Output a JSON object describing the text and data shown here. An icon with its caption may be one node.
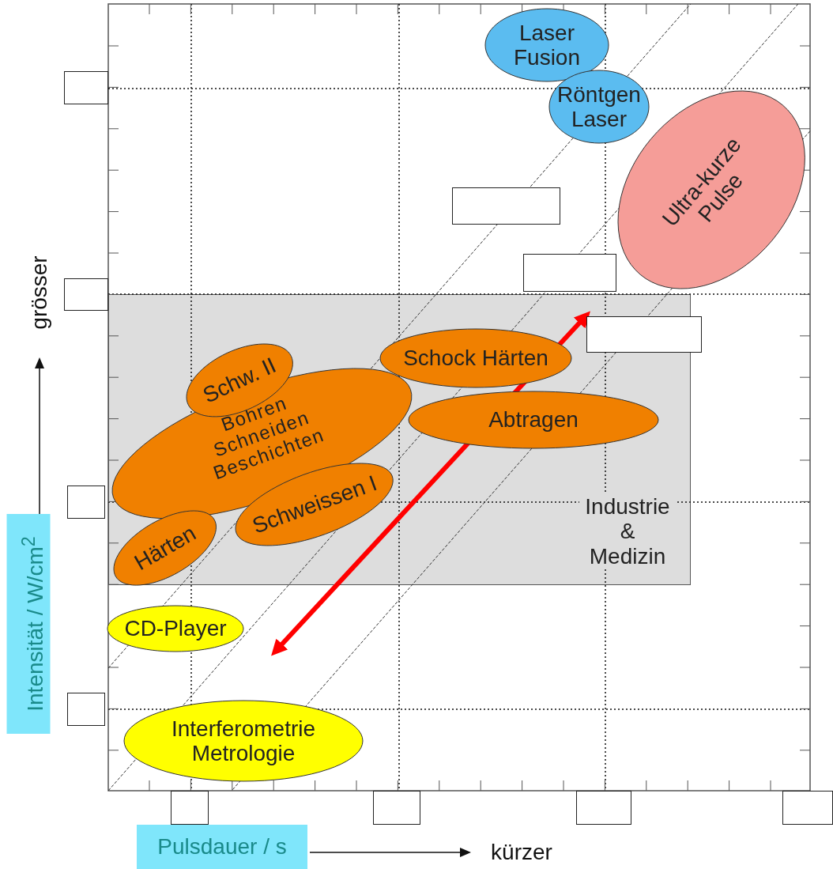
{
  "diagram": {
    "nodes": [
      {
        "text": [
          "Laser Fusion"
        ]
      },
      {
        "text": [
          "Röntgen Laser"
        ]
      },
      {
        "text": [
          "Ultra-kurze Pulse"
        ]
      },
      {
        "text": [],
        "shape": "box"
      },
      {
        "text": [],
        "shape": "box"
      },
      {
        "text": [
          "Industrie & Medizin"
        ]
      },
      {
        "text": [
          "Schw. II"
        ],
        "in": 5
      },
      {
        "text": [
          "Bohren Schneiden Beschichten"
        ],
        "in": 5
      },
      {
        "text": [
          "Schock Härten"
        ],
        "in": 5
      },
      {
        "text": [
          "Abtragen"
        ],
        "in": 5
      },
      {
        "text": [
          "Schweissen I"
        ],
        "in": 5
      },
      {
        "text": [
          "Härten"
        ],
        "in": 5
      },
      {
        "text": [],
        "shape": "box"
      },
      {
        "text": [
          "CD-Player"
        ]
      },
      {
        "text": [
          "Interferometrie Metrologie"
        ]
      },
      {
        "text": [],
        "shape": "box"
      },
      {
        "text": [],
        "shape": "box"
      },
      {
        "text": [],
        "shape": "box"
      },
      {
        "text": [],
        "shape": "box"
      },
      {
        "text": [],
        "shape": "box"
      },
      {
        "text": [],
        "shape": "box"
      },
      {
        "text": [],
        "shape": "box"
      },
      {
        "text": [],
        "shape": "box"
      }
    ],
    "labels": [
      "grösser",
      "Intensität / W/cm$^{2}$",
      "Pulsdauer / s",
      "kürzer"
    ]
  }
}
